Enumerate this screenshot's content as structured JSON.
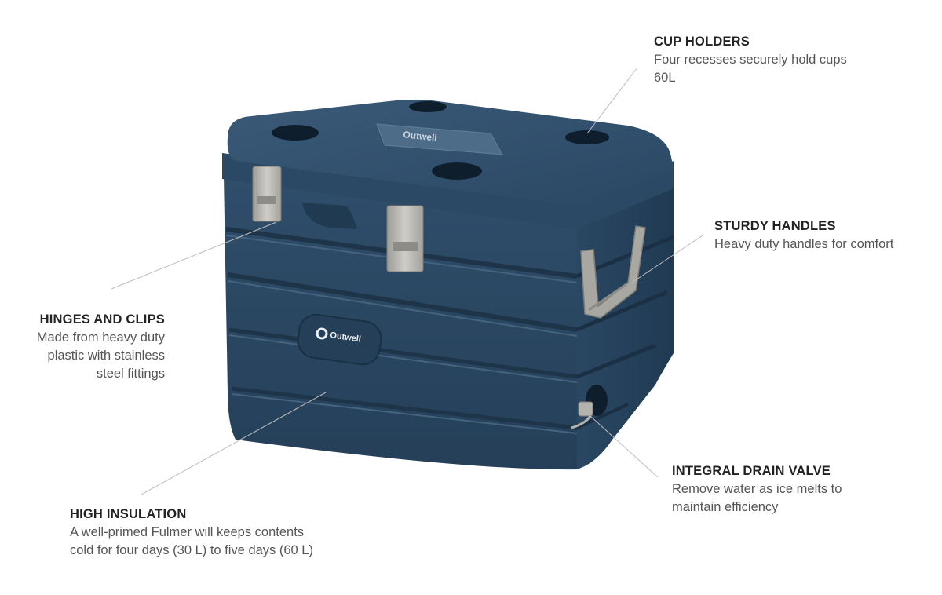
{
  "product": {
    "brand_logo_text": "Outwell",
    "colors": {
      "body": "#2c4a66",
      "body_dark": "#1f3850",
      "body_light": "#3b5c7a",
      "clip": "#b8b6b0",
      "leader_line": "#bdbdbd"
    }
  },
  "callouts": [
    {
      "id": "cup-holders",
      "title": "CUP HOLDERS",
      "lines": [
        "Four recesses securely hold cups",
        "60L"
      ]
    },
    {
      "id": "sturdy-handles",
      "title": "STURDY HANDLES",
      "lines": [
        "Heavy duty handles for comfort"
      ]
    },
    {
      "id": "hinges-and-clips",
      "title": "HINGES AND CLIPS",
      "lines": [
        "Made from heavy duty",
        "plastic with stainless",
        "steel fittings"
      ]
    },
    {
      "id": "integral-drain-valve",
      "title": "INTEGRAL DRAIN VALVE",
      "lines": [
        "Remove water as ice melts to",
        "maintain efficiency"
      ]
    },
    {
      "id": "high-insulation",
      "title": "HIGH INSULATION",
      "lines": [
        "A well-primed Fulmer will keeps contents",
        "cold for four days (30 L) to five days (60 L)"
      ]
    }
  ]
}
